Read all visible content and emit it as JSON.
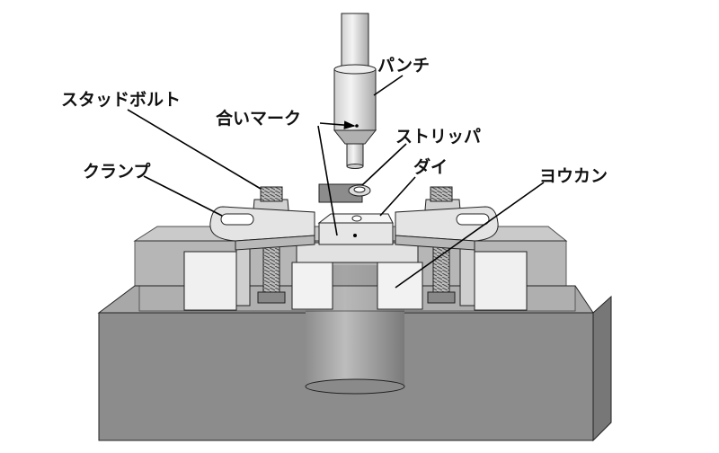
{
  "diagram": {
    "labels": {
      "punch": "パンチ",
      "stud_bolt": "スタッドボルト",
      "alignment_mark": "合いマーク",
      "stripper": "ストリッパ",
      "clamp": "クランプ",
      "die": "ダイ",
      "yokan": "ヨウカン"
    },
    "colors": {
      "base": "#8a8a8a",
      "part": "#e8e8e8",
      "line": "#000000"
    }
  }
}
